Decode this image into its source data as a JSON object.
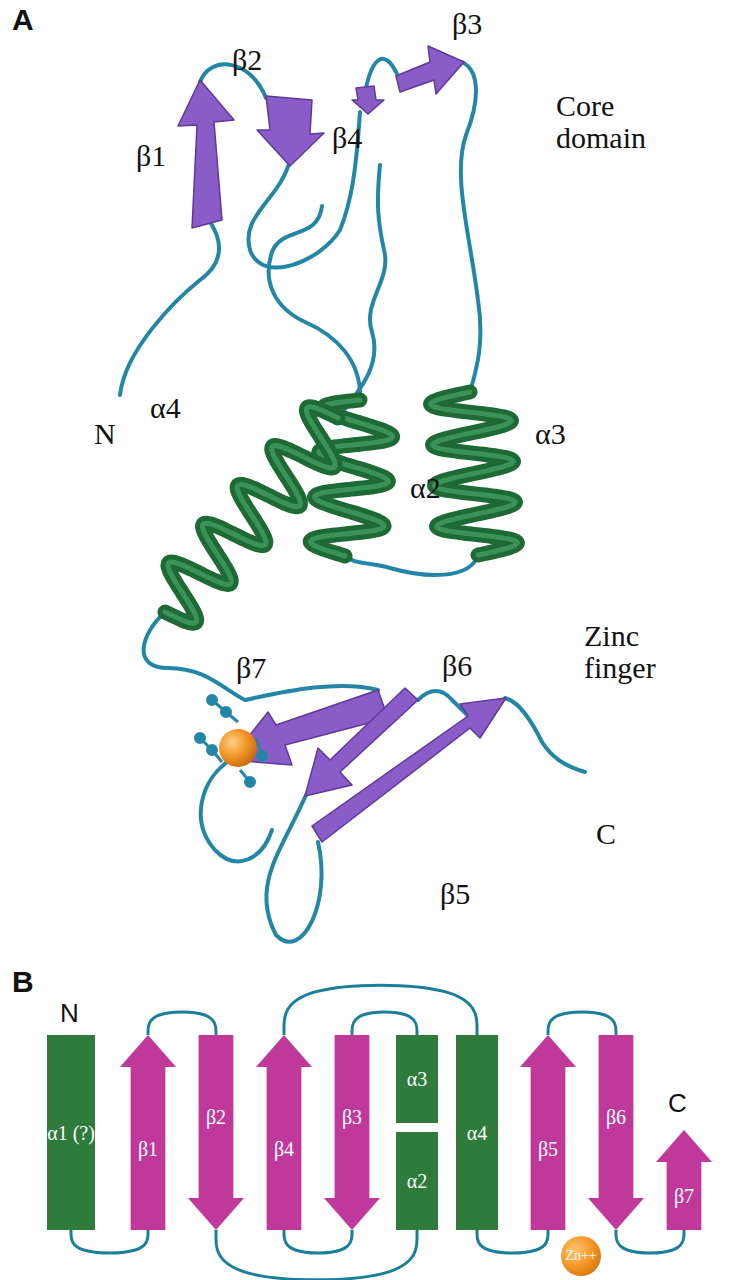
{
  "diagram": {
    "nodes": [
      {
        "text": [
          "α1 (?)"
        ]
      },
      {
        "text": [
          "β1"
        ]
      },
      {
        "text": [
          "β2"
        ]
      },
      {
        "text": [
          "β4"
        ]
      },
      {
        "text": [
          "β3"
        ]
      },
      {
        "text": [
          "α3"
        ]
      },
      {
        "text": [
          "α2"
        ]
      },
      {
        "text": [
          "α4"
        ]
      },
      {
        "text": [
          "β5"
        ]
      },
      {
        "text": [
          "β6"
        ]
      },
      {
        "text": [
          "β7"
        ]
      },
      {
        "text": [
          "Zn++"
        ]
      }
    ],
    "edges": [
      {
        "from": 0,
        "to": 1,
        "arrow": "none"
      },
      {
        "from": 1,
        "to": 2,
        "arrow": "none"
      },
      {
        "from": 2,
        "to": 6,
        "arrow": "none"
      },
      {
        "from": 5,
        "to": 4,
        "arrow": "none"
      },
      {
        "from": 4,
        "to": 3,
        "arrow": "none"
      },
      {
        "from": 3,
        "to": 7,
        "arrow": "none"
      },
      {
        "from": 7,
        "to": 8,
        "arrow": "none"
      },
      {
        "from": 8,
        "to": 9,
        "arrow": "none"
      },
      {
        "from": 9,
        "to": 10,
        "arrow": "none"
      }
    ],
    "labels": [
      "A",
      "β1",
      "β2",
      "β3",
      "β4",
      "Core domain",
      "α3",
      "α2",
      "α4",
      "N",
      "Zinc finger",
      "β6",
      "β7",
      "β5",
      "C",
      "B",
      "N",
      "C"
    ]
  }
}
